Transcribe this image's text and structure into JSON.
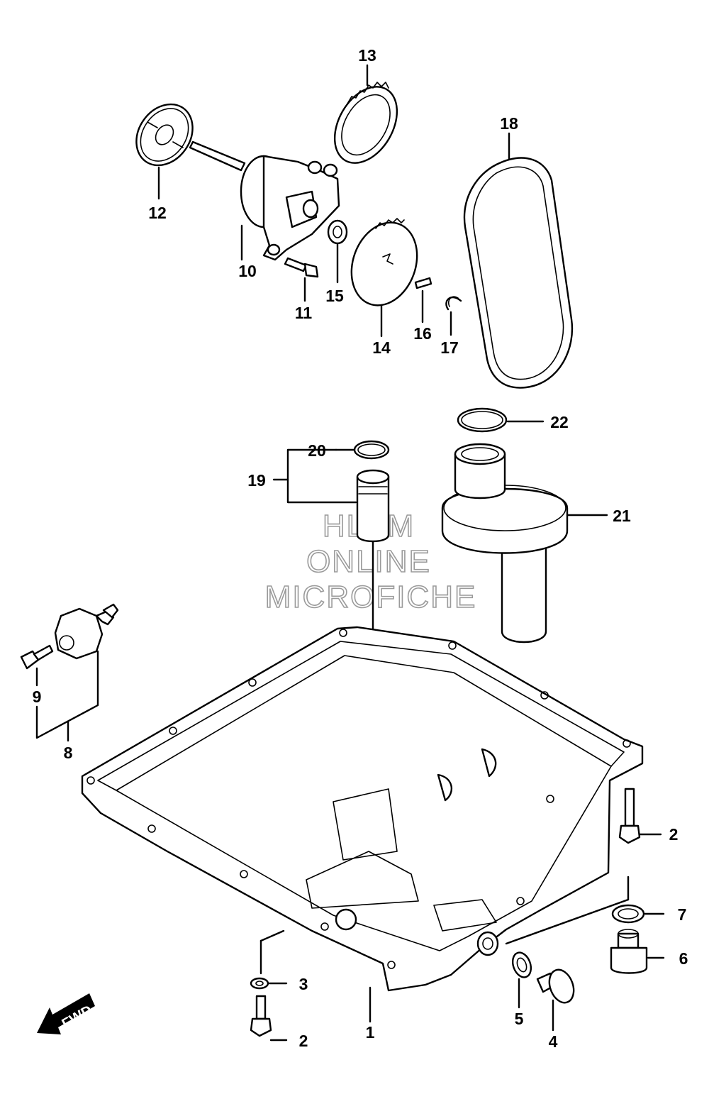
{
  "watermark": {
    "line1": "HLSM",
    "line2": "ONLINE",
    "line3": "MICROFICHE"
  },
  "fwd_label": "FWD",
  "callouts": {
    "c1": "1",
    "c2a": "2",
    "c2b": "2",
    "c3": "3",
    "c4": "4",
    "c5": "5",
    "c6": "6",
    "c7": "7",
    "c8": "8",
    "c9": "9",
    "c10": "10",
    "c11": "11",
    "c12": "12",
    "c13": "13",
    "c14": "14",
    "c15": "15",
    "c16": "16",
    "c17": "17",
    "c18": "18",
    "c19": "19",
    "c20": "20",
    "c21": "21",
    "c22": "22"
  }
}
